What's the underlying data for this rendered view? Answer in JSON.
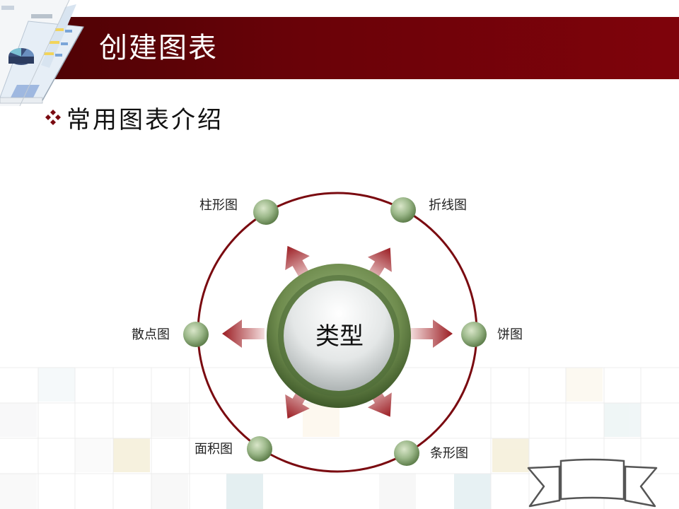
{
  "slide": {
    "title": "创建图表",
    "bullet": "常用图表介绍"
  },
  "diagram": {
    "center": "类型",
    "nodes": [
      {
        "label": "柱形图"
      },
      {
        "label": "折线图"
      },
      {
        "label": "饼图"
      },
      {
        "label": "条形图"
      },
      {
        "label": "面积图"
      },
      {
        "label": "散点图"
      }
    ]
  },
  "colors": {
    "title_bar": "#6a0208",
    "ring": "#7a0a10",
    "arrow": "#9b1c22",
    "node": "#8fae7c",
    "center_ring": "#6f8c4e"
  },
  "icons": {
    "bullet": "four-diamond-icon",
    "corner": "chart-thumbnail-icon",
    "ribbon": "banner-ribbon-icon"
  }
}
